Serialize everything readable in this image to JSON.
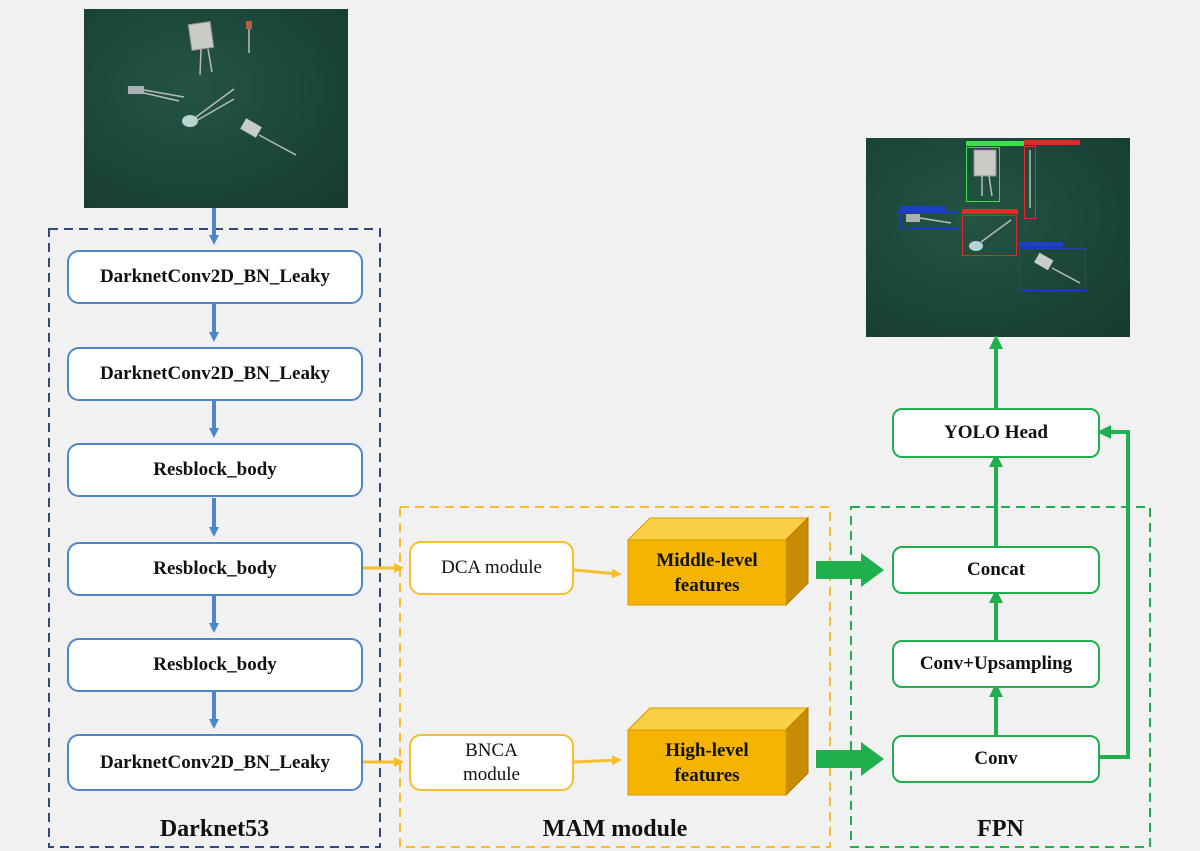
{
  "backbone": {
    "title": "Darknet53",
    "layers": [
      "DarknetConv2D_BN_Leaky",
      "DarknetConv2D_BN_Leaky",
      "Resblock_body",
      "Resblock_body",
      "Resblock_body",
      "DarknetConv2D_BN_Leaky"
    ]
  },
  "mam": {
    "title": "MAM module",
    "dca_label": "DCA module",
    "bnca_label": "BNCA\nmodule",
    "middle_features": "Middle-level\nfeatures",
    "high_features": "High-level\nfeatures"
  },
  "fpn": {
    "title": "FPN",
    "yolo_head": "YOLO Head",
    "concat": "Concat",
    "conv_upsampling": "Conv+Upsampling",
    "conv": "Conv"
  },
  "images": {
    "input": "input-image",
    "output": "detection-output-image"
  },
  "colors": {
    "backbone": "#4f86c9",
    "backbone_region": "#2e4a78",
    "mam": "#f6be2c",
    "feature_cube": "#f4b400",
    "fpn": "#1faf4d",
    "background": "#f1f1f1"
  }
}
